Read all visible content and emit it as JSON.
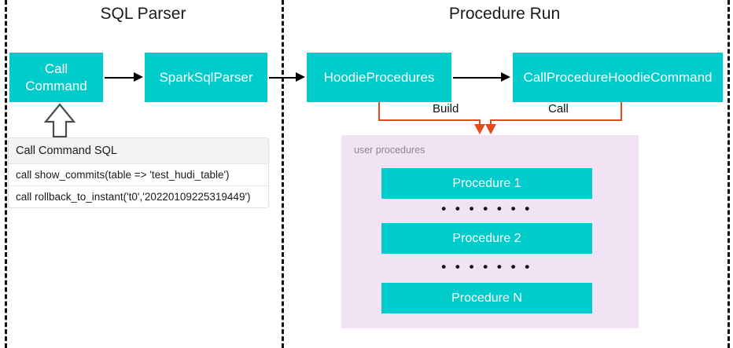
{
  "sections": [
    {
      "title": "SQL Parser"
    },
    {
      "title": "Procedure Run"
    }
  ],
  "nodes": {
    "call_command": "Call Command",
    "spark_sql_parser": "SparkSqlParser",
    "hoodie_procedures": "HoodieProcedures",
    "call_procedure_hoodie_command": "CallProcedureHoodieCommand"
  },
  "sql_table": {
    "header": "Call Command SQL",
    "rows": [
      "call show_commits(table => 'test_hudi_table')",
      "call rollback_to_instant('t0','20220109225319449')"
    ]
  },
  "edges": {
    "build_label": "Build",
    "call_label": "Call"
  },
  "user_procedures": {
    "label": "user procedures",
    "items": [
      "Procedure 1",
      "Procedure 2",
      "Procedure N"
    ],
    "ellipsis": "• • • • • • •"
  },
  "colors": {
    "node_teal": "#00CCCC",
    "panel_purple": "#F1E3F3",
    "connector_orange": "#E8491B",
    "arrow_black": "#000000",
    "divider_black": "#111111"
  }
}
